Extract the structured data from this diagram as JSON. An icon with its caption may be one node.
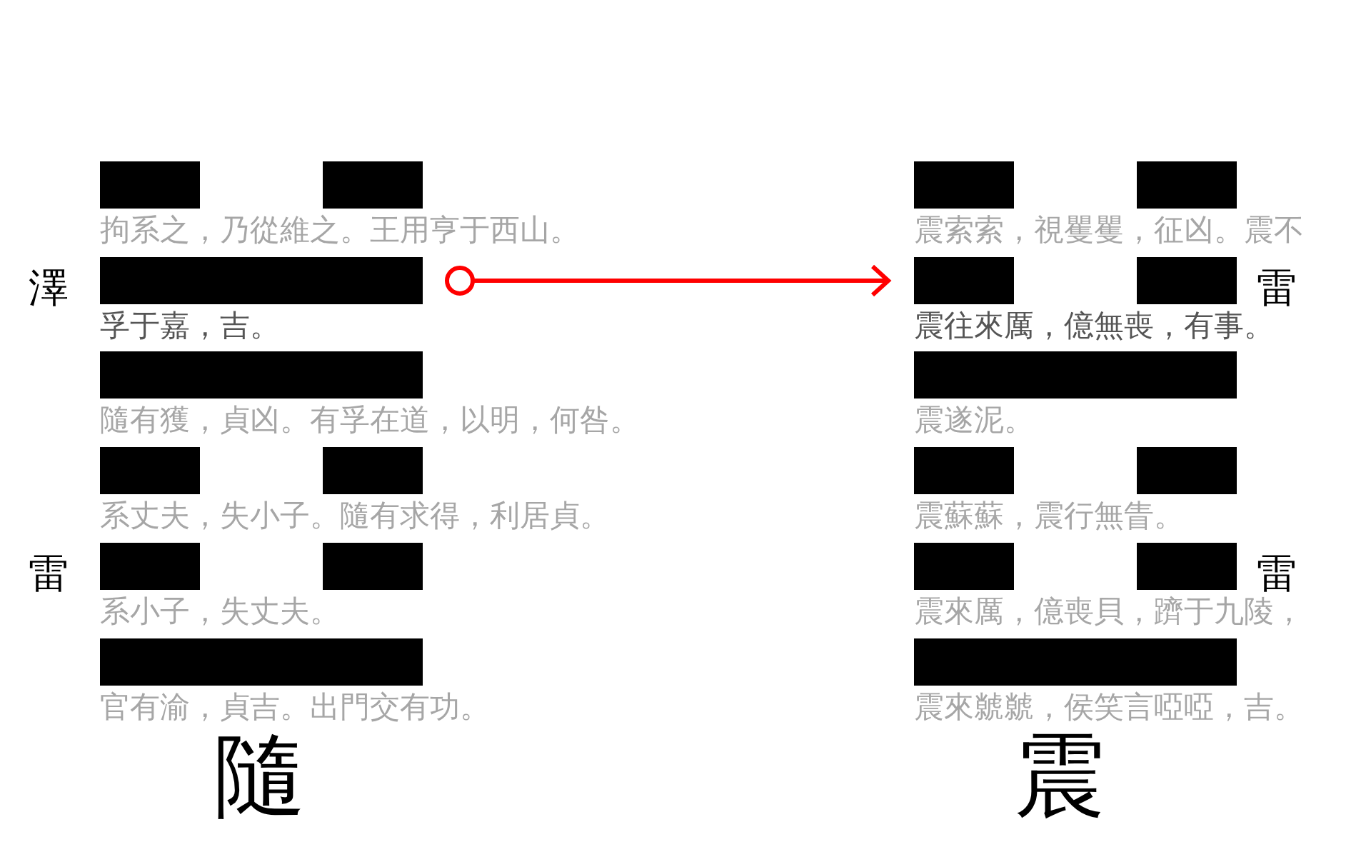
{
  "diagram": {
    "nodes": [
      {
        "text": [
          "隨"
        ]
      },
      {
        "text": [
          "拘系之，乃從維之。王用亨于西山。"
        ],
        "in": 0
      },
      {
        "text": [
          "孚于嘉，吉。"
        ],
        "in": 0
      },
      {
        "text": [
          "隨有獲，貞凶。有孚在道，以明，何咎。"
        ],
        "in": 0
      },
      {
        "text": [
          "系丈夫，失小子。隨有求得，利居貞。"
        ],
        "in": 0
      },
      {
        "text": [
          "系小子，失丈夫。"
        ],
        "in": 0
      },
      {
        "text": [
          "官有渝，貞吉。出門交有功。"
        ],
        "in": 0
      },
      {
        "text": [
          "震"
        ]
      },
      {
        "text": [
          "震索索，視矍矍，征凶。震不"
        ],
        "in": 7
      },
      {
        "text": [
          "震往來厲，億無喪，有事。"
        ],
        "in": 7
      },
      {
        "text": [
          "震遂泥。"
        ],
        "in": 7
      },
      {
        "text": [
          "震蘇蘇，震行無眚。"
        ],
        "in": 7
      },
      {
        "text": [
          "震來厲，億喪貝，躋于九陵，"
        ],
        "in": 7
      },
      {
        "text": [
          "震來虩虩，侯笑言啞啞，吉。"
        ],
        "in": 7
      }
    ],
    "edges": [
      {
        "from": 2,
        "to": 9,
        "arrow": "to",
        "color": "#ff0000"
      }
    ],
    "labels": [
      "澤",
      "雷",
      "雷",
      "雷"
    ]
  }
}
